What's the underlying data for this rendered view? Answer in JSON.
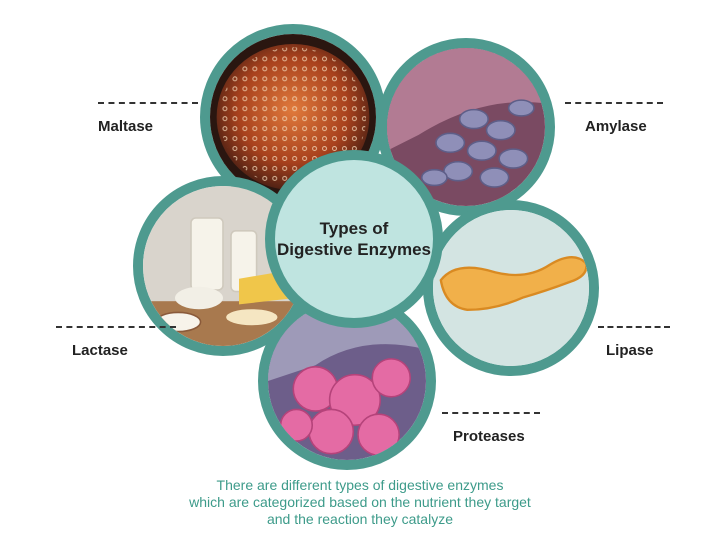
{
  "center": {
    "line1": "Types of",
    "line2": "Digestive Enzymes"
  },
  "labels": {
    "maltase": "Maltase",
    "amylase": "Amylase",
    "lactase": "Lactase",
    "lipase": "Lipase",
    "proteases": "Proteases"
  },
  "caption": {
    "line1": "There are different types of digestive enzymes",
    "line2": "which are categorized based on the nutrient they target",
    "line3": "and the reaction they catalyze"
  },
  "colors": {
    "ring": "#4e9a8f",
    "center_fill": "#bfe4e0",
    "caption": "#3d9b8a"
  }
}
